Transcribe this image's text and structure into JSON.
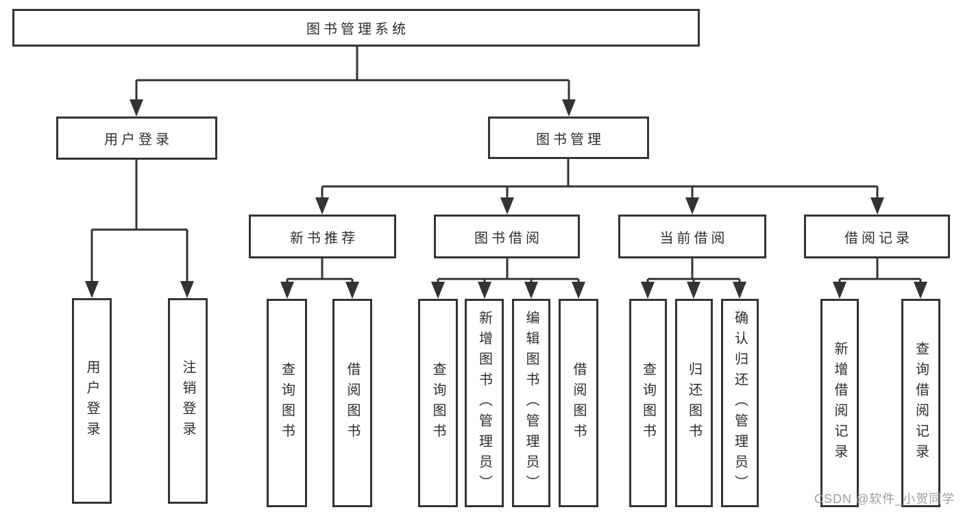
{
  "diagram": {
    "title": "图书管理系统",
    "tree": {
      "root": {
        "label": "图书管理系统"
      },
      "branches": [
        {
          "label": "用户登录",
          "children": [
            {
              "label": "用户登录"
            },
            {
              "label": "注销登录"
            }
          ]
        },
        {
          "label": "图书管理",
          "children": [
            {
              "label": "新书推荐",
              "children": [
                {
                  "label": "查询图书"
                },
                {
                  "label": "借阅图书"
                }
              ]
            },
            {
              "label": "图书借阅",
              "children": [
                {
                  "label": "查询图书"
                },
                {
                  "label": "新增图书（管理员）"
                },
                {
                  "label": "编辑图书（管理员）"
                },
                {
                  "label": "借阅图书"
                }
              ]
            },
            {
              "label": "当前借阅",
              "children": [
                {
                  "label": "查询图书"
                },
                {
                  "label": "归还图书"
                },
                {
                  "label": "确认归还（管理员）"
                }
              ]
            },
            {
              "label": "借阅记录",
              "children": [
                {
                  "label": "新增借阅记录"
                },
                {
                  "label": "查询借阅记录"
                }
              ]
            }
          ]
        }
      ]
    },
    "colors": {
      "line": "#333333",
      "text": "#2d2d2d",
      "background": "#ffffff",
      "watermark": "#9e9e9e"
    }
  },
  "watermark": {
    "text": "CSDN @软件_小贺同学"
  }
}
